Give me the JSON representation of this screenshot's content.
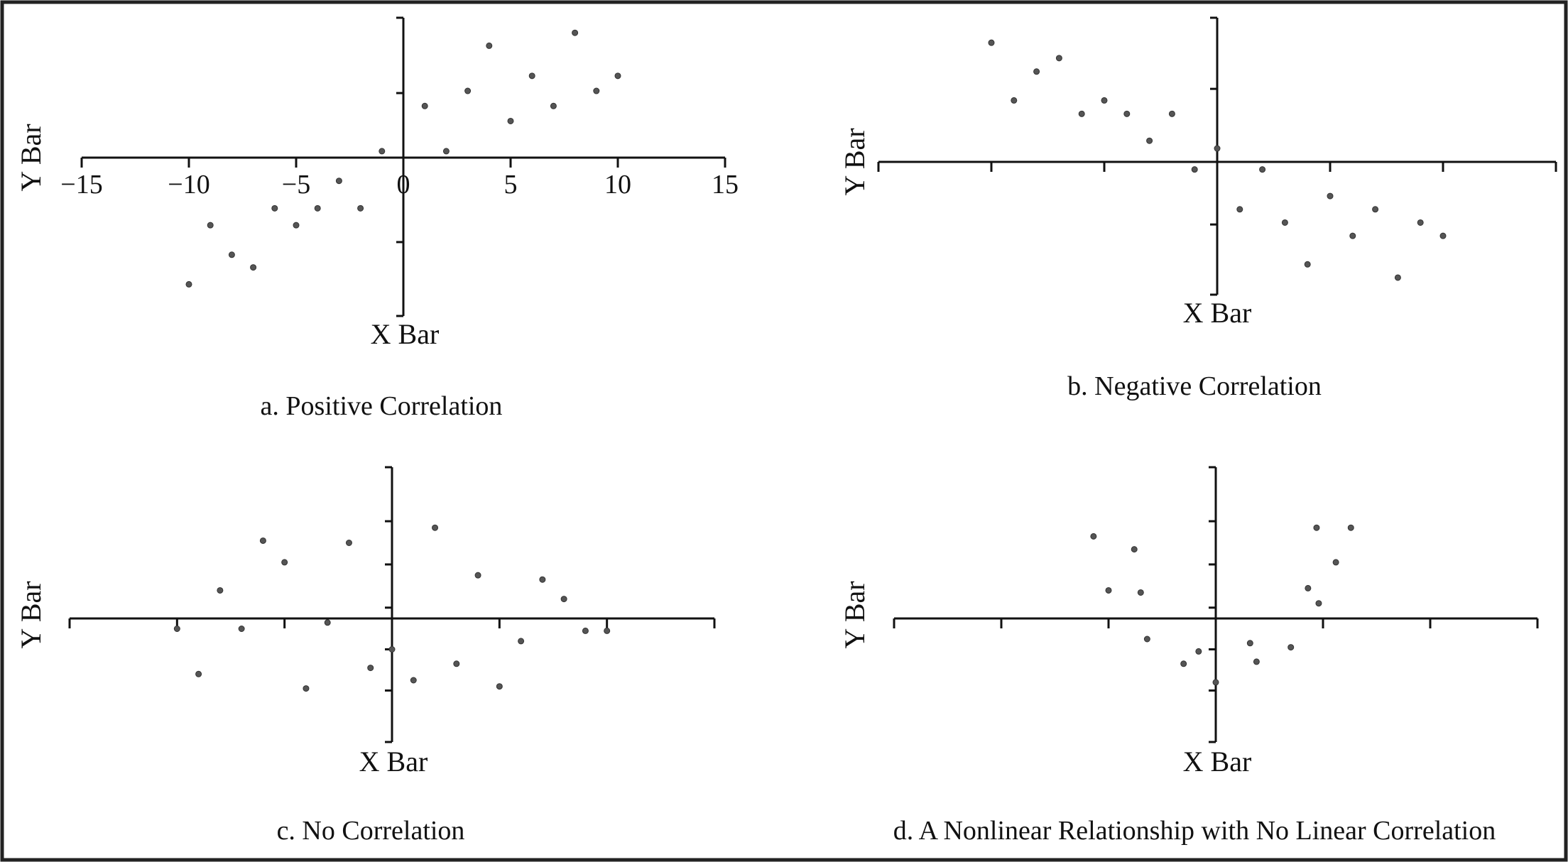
{
  "chart_data": [
    {
      "type": "scatter",
      "title": "a. Positive Correlation",
      "xlabel": "X Bar",
      "ylabel": "Y Bar",
      "xlim": [
        -15,
        15
      ],
      "ylim": [
        -7.5,
        6.5
      ],
      "x_ticks": [
        -15,
        -10,
        -5,
        0,
        5,
        10,
        15
      ],
      "x_tick_labels": [
        "−15",
        "−10",
        "−5",
        "0",
        "5",
        "10",
        "15"
      ],
      "tick_labels_shown": true,
      "y_ticks": [
        -4,
        3
      ],
      "grid": false,
      "points": [
        {
          "x": -10,
          "y": -6
        },
        {
          "x": -9,
          "y": -3.2
        },
        {
          "x": -8,
          "y": -4.6
        },
        {
          "x": -7,
          "y": -5.2
        },
        {
          "x": -6,
          "y": -2.4
        },
        {
          "x": -5,
          "y": -3.2
        },
        {
          "x": -4,
          "y": -2.4
        },
        {
          "x": -3,
          "y": -1.1
        },
        {
          "x": -2,
          "y": -2.4
        },
        {
          "x": -1,
          "y": 0.3
        },
        {
          "x": 1,
          "y": 2.4
        },
        {
          "x": 2,
          "y": 0.3
        },
        {
          "x": 3,
          "y": 3.1
        },
        {
          "x": 4,
          "y": 5.2
        },
        {
          "x": 5,
          "y": 1.7
        },
        {
          "x": 6,
          "y": 3.8
        },
        {
          "x": 7,
          "y": 2.4
        },
        {
          "x": 8,
          "y": 5.8
        },
        {
          "x": 9,
          "y": 3.1
        },
        {
          "x": 10,
          "y": 3.8
        }
      ]
    },
    {
      "type": "scatter",
      "title": "b. Negative Correlation",
      "xlabel": "X Bar",
      "ylabel": "Y Bar",
      "xlim": [
        -15,
        15
      ],
      "ylim": [
        -7,
        7.5
      ],
      "x_ticks": [
        -15,
        -10,
        -5,
        0,
        5,
        10,
        15
      ],
      "x_tick_labels": [],
      "tick_labels_shown": false,
      "y_ticks": [
        -3.3,
        3.8
      ],
      "grid": false,
      "points": [
        {
          "x": -10,
          "y": 6.2
        },
        {
          "x": -9,
          "y": 3.2
        },
        {
          "x": -8,
          "y": 4.7
        },
        {
          "x": -7,
          "y": 5.4
        },
        {
          "x": -6,
          "y": 2.5
        },
        {
          "x": -5,
          "y": 3.2
        },
        {
          "x": -4,
          "y": 2.5
        },
        {
          "x": -3,
          "y": 1.1
        },
        {
          "x": -2,
          "y": 2.5
        },
        {
          "x": -1,
          "y": -0.4
        },
        {
          "x": 0,
          "y": 0.7
        },
        {
          "x": 1,
          "y": -2.5
        },
        {
          "x": 2,
          "y": -0.4
        },
        {
          "x": 3,
          "y": -3.2
        },
        {
          "x": 4,
          "y": -5.4
        },
        {
          "x": 5,
          "y": -1.8
        },
        {
          "x": 6,
          "y": -3.9
        },
        {
          "x": 7,
          "y": -2.5
        },
        {
          "x": 8,
          "y": -6.1
        },
        {
          "x": 9,
          "y": -3.2
        },
        {
          "x": 10,
          "y": -3.9
        }
      ]
    },
    {
      "type": "scatter",
      "title": "c. No Correlation",
      "xlabel": "X Bar",
      "ylabel": "Y Bar",
      "xlim": [
        -15,
        15
      ],
      "ylim": [
        -6,
        7
      ],
      "x_ticks": [
        -15,
        -10,
        -5,
        0,
        5,
        10,
        15
      ],
      "x_tick_labels": [],
      "tick_labels_shown": false,
      "y_ticks": [
        -3.5,
        -1.5,
        0.5,
        2.5,
        4.5
      ],
      "grid": false,
      "points": [
        {
          "x": -10,
          "y": -0.5
        },
        {
          "x": -9,
          "y": -2.7
        },
        {
          "x": -8,
          "y": 1.3
        },
        {
          "x": -7,
          "y": -0.5
        },
        {
          "x": -6,
          "y": 3.6
        },
        {
          "x": -5,
          "y": 2.6
        },
        {
          "x": -4,
          "y": -3.4
        },
        {
          "x": -3,
          "y": -0.2
        },
        {
          "x": -2,
          "y": 3.5
        },
        {
          "x": -1,
          "y": -2.4
        },
        {
          "x": 0,
          "y": -1.5
        },
        {
          "x": 1,
          "y": -3
        },
        {
          "x": 2,
          "y": 4.2
        },
        {
          "x": 3,
          "y": -2.2
        },
        {
          "x": 4,
          "y": 2
        },
        {
          "x": 5,
          "y": -3.3
        },
        {
          "x": 6,
          "y": -1.1
        },
        {
          "x": 7,
          "y": 1.8
        },
        {
          "x": 8,
          "y": 0.9
        },
        {
          "x": 9,
          "y": -0.6
        },
        {
          "x": 10,
          "y": -0.6
        }
      ]
    },
    {
      "type": "scatter",
      "title": "d. A Nonlinear Relationship with No Linear Correlation",
      "xlabel": "X Bar",
      "ylabel": "Y Bar",
      "xlim": [
        -15,
        15
      ],
      "ylim": [
        -6,
        7
      ],
      "x_ticks": [
        -15,
        -10,
        -5,
        0,
        5,
        10,
        15
      ],
      "x_tick_labels": [],
      "tick_labels_shown": false,
      "y_ticks": [
        -3.5,
        -1.5,
        0.5,
        2.5,
        4.5
      ],
      "grid": false,
      "points": [
        {
          "x": -5.7,
          "y": 3.8
        },
        {
          "x": -5,
          "y": 1.3
        },
        {
          "x": -3.8,
          "y": 3.2
        },
        {
          "x": -3.5,
          "y": 1.2
        },
        {
          "x": -3.2,
          "y": -1
        },
        {
          "x": -1.5,
          "y": -2.2
        },
        {
          "x": -0.8,
          "y": -1.6
        },
        {
          "x": 0,
          "y": -3.1
        },
        {
          "x": 1.6,
          "y": -1.2
        },
        {
          "x": 1.9,
          "y": -2.1
        },
        {
          "x": 3.5,
          "y": -1.4
        },
        {
          "x": 4.3,
          "y": 1.4
        },
        {
          "x": 4.7,
          "y": 4.2
        },
        {
          "x": 4.8,
          "y": 0.7
        },
        {
          "x": 5.6,
          "y": 2.6
        },
        {
          "x": 6.3,
          "y": 4.2
        }
      ]
    }
  ]
}
